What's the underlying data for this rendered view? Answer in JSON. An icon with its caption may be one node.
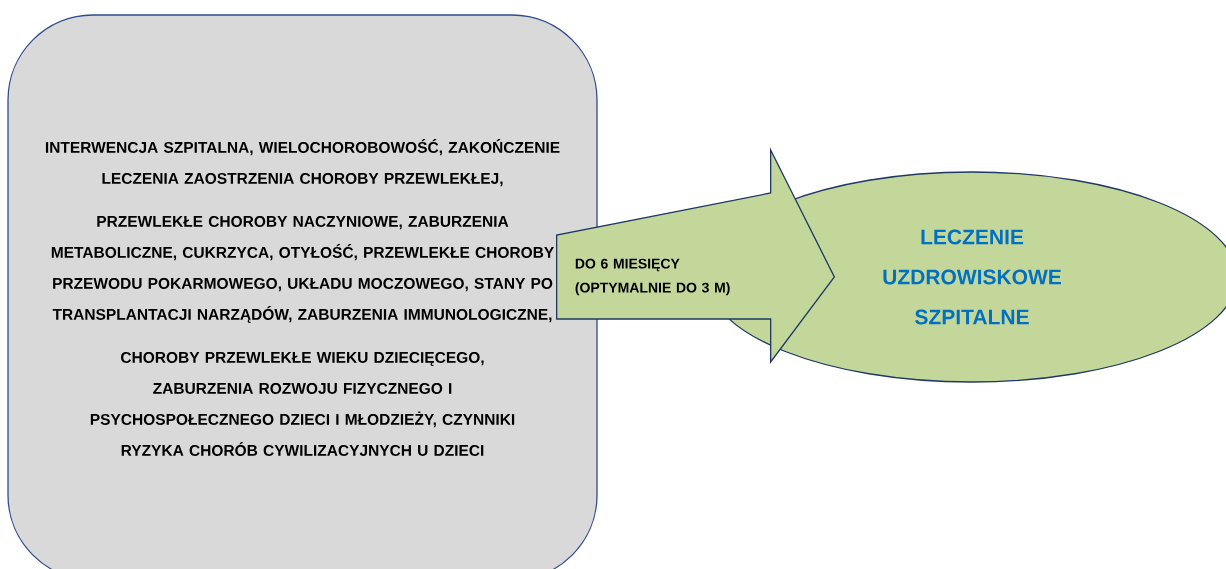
{
  "diagram": {
    "nodes": [
      {
        "text": [
          "INTERWENCJA SZPITALNA, WIELOCHOROBOWOŚĆ, ZAKOŃCZENIE LECZENIA ZAOSTRZENIA CHOROBY PRZEWLEKŁEJ,",
          "PRZEWLEKŁE CHOROBY NACZYNIOWE, ZABURZENIA METABOLICZNE, CUKRZYCA, OTYŁOŚĆ, PRZEWLEKŁE CHOROBY PRZEWODU POKARMOWEGO, UKŁADU MOCZOWEGO, STANY PO TRANSPLANTACJI NARZĄDÓW, ZABURZENIA IMMUNOLOGICZNE,",
          "CHOROBY PRZEWLEKŁE WIEKU DZIECIĘCEGO, ZABURZENIA ROZWOJU FIZYCZNEGO I PSYCHOSPOŁECZNEGO DZIECI I MŁODZIEŻY, CZYNNIKI RYZYKA CHORÓB CYWILIZACYJNYCH U DZIECI"
        ]
      },
      {
        "text": [
          "LECZENIE UZDROWISKOWE SZPITALNE"
        ]
      }
    ],
    "edges": [
      {
        "from": 0,
        "to": 1,
        "arrow": "to",
        "label": "DO 6 MIESIĘCY (OPTYMALNIE DO 3 M)"
      }
    ]
  }
}
